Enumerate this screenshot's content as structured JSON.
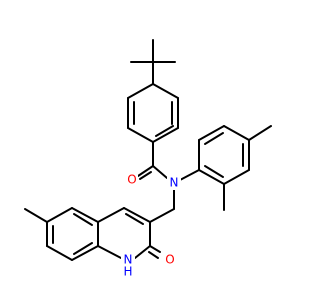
{
  "structure": {
    "atoms": {
      "oxygen_carbonyl": "O",
      "nitrogen_amide": "N",
      "nitrogen_quinolinone": "N",
      "hydrogen_nh": "H",
      "oxygen_quinolinone": "O"
    }
  },
  "colors": {
    "bond": "#000000",
    "oxygen": "#ff0000",
    "nitrogen": "#0000ff"
  }
}
